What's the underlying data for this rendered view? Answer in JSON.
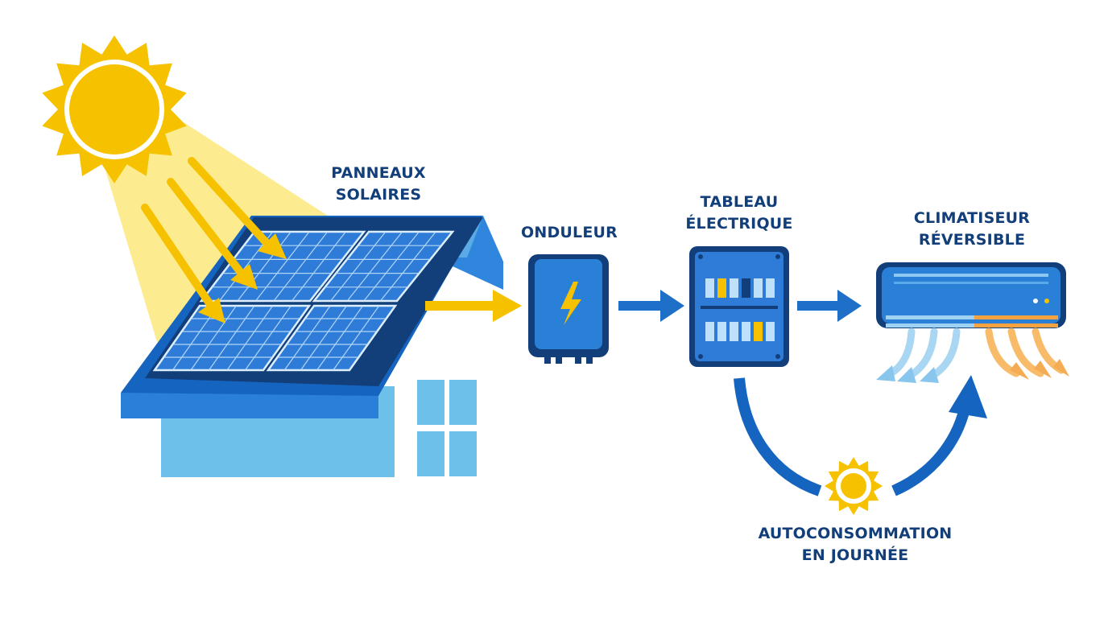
{
  "colors": {
    "navy": "#123e7a",
    "blue": "#1565c0",
    "mid_blue": "#1e74d4",
    "panel_blue": "#2f7bd8",
    "light_blue": "#6cc0ea",
    "sun_yellow": "#f6c200",
    "ray_yellow": "#fbe56a",
    "warm_orange": "#f4a340",
    "cool_blue": "#9fd2f2"
  },
  "labels": {
    "panels": {
      "line1": "PANNEAUX",
      "line2": "SOLAIRES"
    },
    "inverter": {
      "line1": "ONDULEUR"
    },
    "board": {
      "line1": "TABLEAU",
      "line2": "ÉLECTRIQUE"
    },
    "ac": {
      "line1": "CLIMATISEUR",
      "line2": "RÉVERSIBLE"
    },
    "selfuse": {
      "line1": "AUTOCONSOMMATION",
      "line2": "EN JOURNÉE"
    }
  },
  "icons": {
    "sun": "sun-icon",
    "bolt": "lightning-bolt-icon",
    "small_sun": "sun-icon"
  }
}
